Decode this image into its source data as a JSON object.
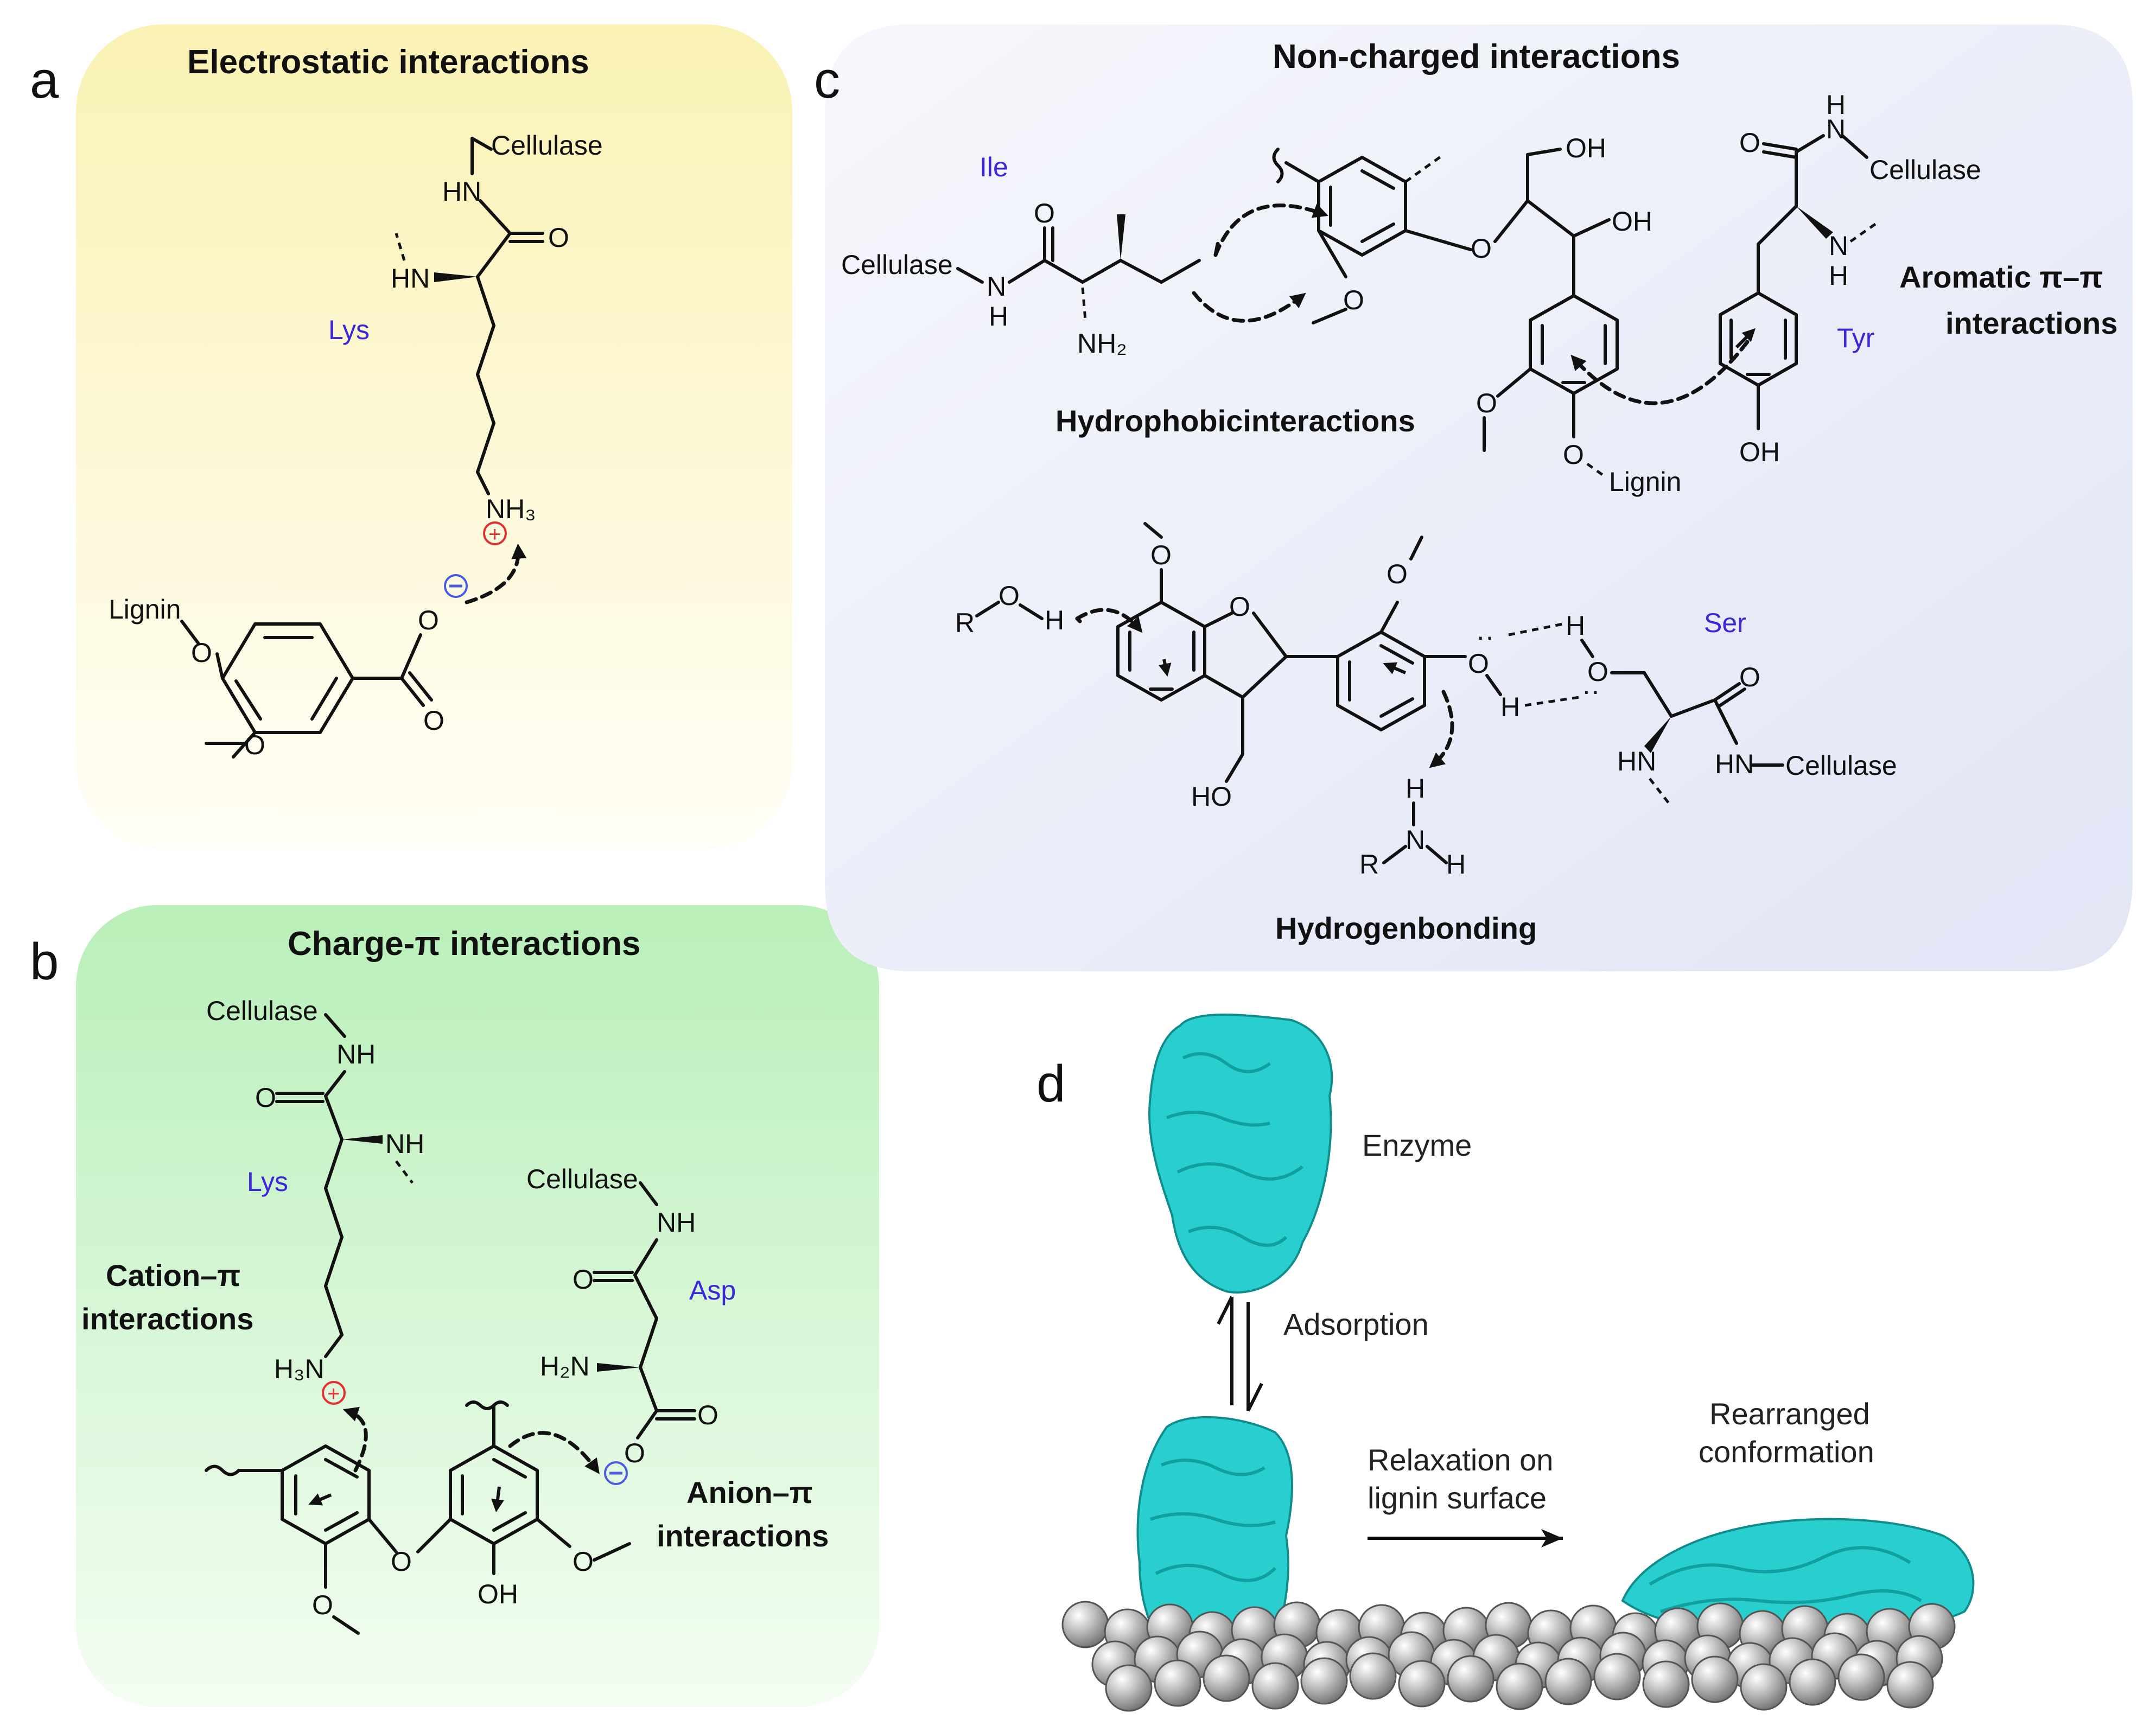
{
  "panels": {
    "a": {
      "letter": "a",
      "title": "Electrostatic interactions",
      "cellulase": "Cellulase",
      "hn_top": "HN",
      "o_top": "O",
      "hn_side": "HN",
      "residue": "Lys",
      "nh3": "NH₃",
      "lignin": "Lignin",
      "o1": "O",
      "o2": "O",
      "o_carbonyl": "O",
      "methoxy_o": "O"
    },
    "b": {
      "letter": "b",
      "title": "Charge-π interactions",
      "cellulase_left": "Cellulase",
      "nh_left": "NH",
      "o_left": "O",
      "nh_left2": "NH",
      "residue_left": "Lys",
      "cation_label_1": "Cation–π",
      "cation_label_2": "interactions",
      "h3n": "H₃N",
      "cellulase_right": "Cellulase",
      "nh_right": "NH",
      "o_right": "O",
      "residue_right": "Asp",
      "h2n": "H₂N",
      "o_right2": "O",
      "o_right3": "O",
      "anion_label_1": "Anion–π",
      "anion_label_2": "interactions",
      "o_bridge": "O",
      "o_me_left": "O",
      "o_me_right": "O",
      "oh": "OH"
    },
    "c": {
      "letter": "c",
      "title": "Non-charged interactions",
      "residue_ile": "Ile",
      "cellulase_ile": "Cellulase",
      "n_ile": "N",
      "h_ile": "H",
      "o_ile": "O",
      "nh2": "NH₂",
      "hydrophobic_label": "Hydrophobicinteractions",
      "oh1": "OH",
      "oh2": "OH",
      "o_ether": "O",
      "o_me1": "O",
      "o_me2": "O",
      "o_lignin": "O",
      "lignin": "Lignin",
      "residue_tyr": "Tyr",
      "o_tyr": "O",
      "n_tyr": "N",
      "h_tyr": "H",
      "cellulase_tyr": "Cellulase",
      "n_tyr2": "N",
      "h_tyr2": "H",
      "oh_tyr": "OH",
      "aromatic_1": "Aromatic π–π",
      "aromatic_2": "interactions",
      "r1": "R",
      "o_r": "O",
      "h_r": "H",
      "o_top_me": "O",
      "o_ring": "O",
      "o_right_me": "O",
      "o_phenol": "O",
      "h_phenol": "H",
      "ho": "HO",
      "h_amine": "H",
      "n_amine": "N",
      "r2": "R",
      "h_amine2": "H",
      "residue_ser": "Ser",
      "h_ser": "H",
      "o_ser": "O",
      "o_ser_carbonyl": "O",
      "hn_ser": "HN",
      "hn_cell": "HN",
      "cellulase_ser": "Cellulase",
      "hbond_label": "Hydrogenbonding"
    },
    "d": {
      "letter": "d",
      "enzyme_label": "Enzyme",
      "adsorption_label": "Adsorption",
      "relaxation_1": "Relaxation on",
      "relaxation_2": "lignin surface",
      "rearranged_1": "Rearranged",
      "rearranged_2": "conformation"
    }
  },
  "colors": {
    "panel_a_bg": "#fcf6c8",
    "panel_b_bg": "#c9f3c7",
    "panel_c_bg": "#eceef8",
    "residue_text": "#3a28d8",
    "positive_charge": "#e03030",
    "negative_charge": "#4b5be0",
    "enzyme": "#29cfcf",
    "lignin_bead": "#a8a8a8"
  }
}
